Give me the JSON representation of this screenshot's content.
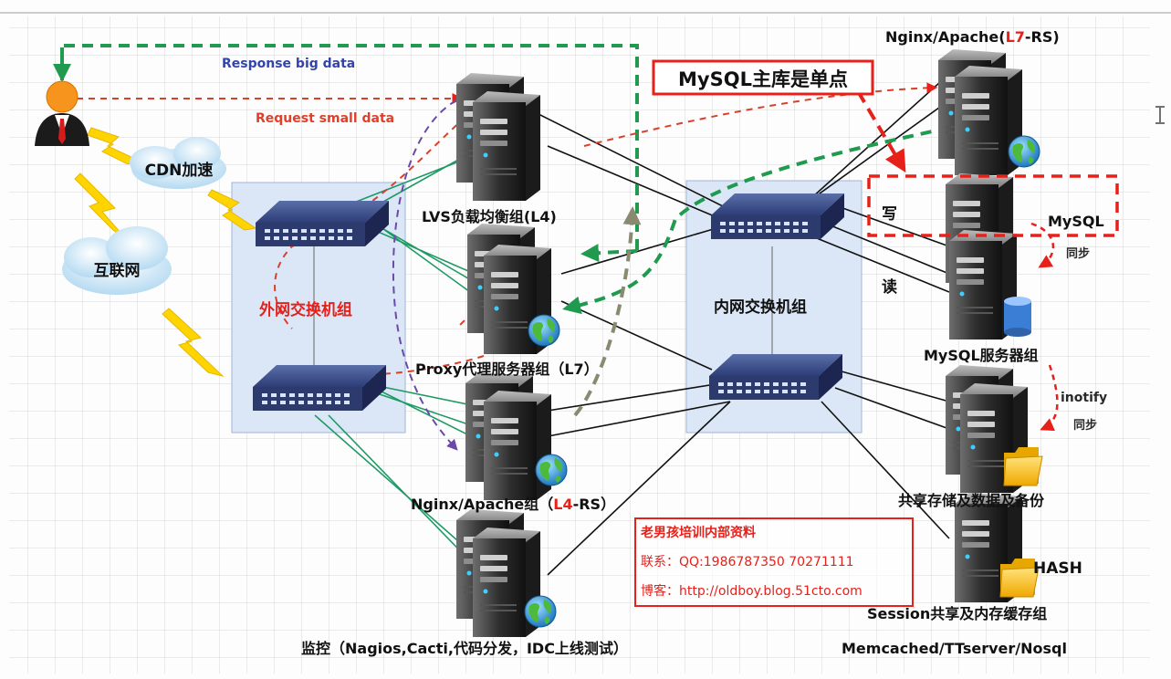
{
  "labels": {
    "response": "Response  big data",
    "request": "Request  small data",
    "cdn": "CDN加速",
    "internet": "互联网",
    "outer_switch": "外网交换机组",
    "inner_switch": "内网交换机组",
    "lvs": "LVS负载均衡组(L4)",
    "proxy": "Proxy代理服务器组（L7）",
    "nginx_l4_prefix": "Nginx/Apache组（",
    "nginx_l4_accent": "L4",
    "nginx_l4_suffix": "-RS）",
    "monitor": "监控（Nagios,Cacti,代码分发，IDC上线测试）",
    "nginx_l7_prefix": "Nginx/Apache(",
    "nginx_l7_accent": "L7",
    "nginx_l7_suffix": "-RS)",
    "mysql_single_point": "MySQL主库是单点",
    "write": "写",
    "read": "读",
    "mysql": "MySQL",
    "sync": "同步",
    "mysql_group": "MySQL服务器组",
    "inotify": "inotify",
    "inotify_sync": "同步",
    "storage": "共享存储及数据及备份",
    "hash": "HASH",
    "session": "Session共享及内存缓存组",
    "memcached": "Memcached/TTserver/Nosql"
  },
  "watermark": {
    "title": "老男孩培训内部资料",
    "contact": "联系：QQ:1986787350 70271111",
    "blog": "博客：http://oldboy.blog.51cto.com"
  },
  "colors": {
    "accent_red": "#e8201a",
    "green_dashed": "#1f9a4e",
    "blue_label": "#3344aa",
    "request_red": "#d9402a",
    "switch_panel": "#dbe7f7"
  }
}
